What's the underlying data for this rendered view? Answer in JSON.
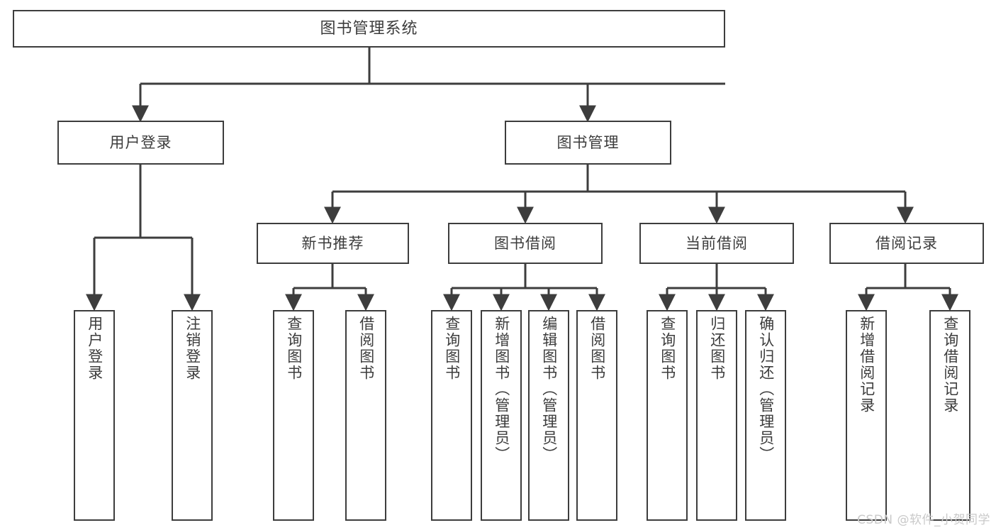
{
  "diagram": {
    "title": "图书管理系统",
    "type": "tree-hierarchy",
    "colors": {
      "box_border": "#3d3d3d",
      "box_fill": "#ffffff",
      "line": "#3d3d3d",
      "text": "#3c3c3c",
      "background": "#ffffff",
      "watermark": "#c9c9c9"
    },
    "nodes": {
      "root": {
        "label": "图书管理系统"
      },
      "level2": [
        {
          "label": "用户登录"
        },
        {
          "label": "图书管理"
        }
      ],
      "level3": [
        {
          "label": "新书推荐"
        },
        {
          "label": "图书借阅"
        },
        {
          "label": "当前借阅"
        },
        {
          "label": "借阅记录"
        }
      ],
      "leaves_user_login": [
        {
          "label": "用户登录"
        },
        {
          "label": "注销登录"
        }
      ],
      "leaves_new_book": [
        {
          "label": "查询图书"
        },
        {
          "label": "借阅图书"
        }
      ],
      "leaves_borrow": [
        {
          "label": "查询图书"
        },
        {
          "label": "新增图书（管理员）"
        },
        {
          "label": "编辑图书（管理员）"
        },
        {
          "label": "借阅图书"
        }
      ],
      "leaves_current": [
        {
          "label": "查询图书"
        },
        {
          "label": "归还图书"
        },
        {
          "label": "确认归还（管理员）"
        }
      ],
      "leaves_records": [
        {
          "label": "新增借阅记录"
        },
        {
          "label": "查询借阅记录"
        }
      ]
    },
    "watermark": "CSDN @软件_小贺同学"
  }
}
